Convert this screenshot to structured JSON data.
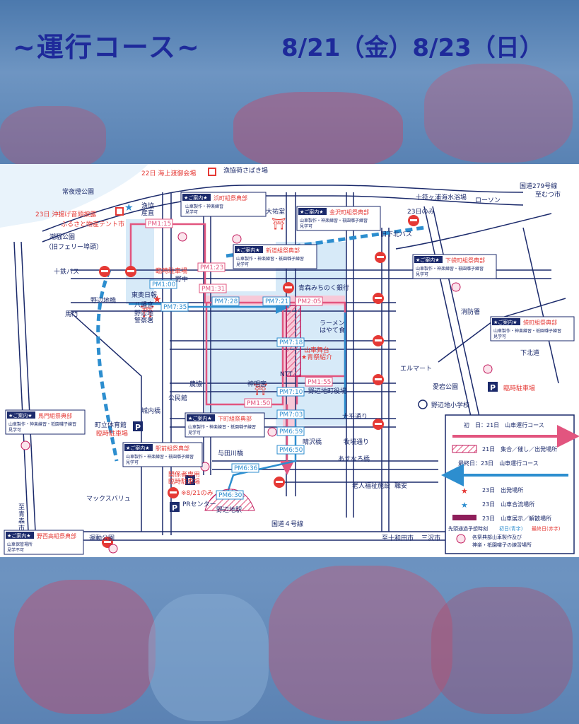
{
  "header": {
    "title": "~運行コース~",
    "dates": "8/21（金）8/23（日）"
  },
  "colors": {
    "navy": "#1e2a9a",
    "route_day1": "#e2557f",
    "route_day3": "#2d8ecf",
    "road": "#1b2a6b",
    "fill_blue": "#d7eaf8",
    "fill_pink": "#f7c9d8"
  },
  "map": {
    "places": {
      "p01": "22日 海上渡御会場",
      "p02": "漁協荷さばき場",
      "p03": "国道279号線",
      "p04": "至むつ市",
      "p05": "常夜燈公園",
      "p06": "十符ヶ浦海水浴場",
      "p07": "ローソン",
      "p08": "23日 沖揚げ音頭披露",
      "p09": "ふるさと物産テント市",
      "p10": "漁協",
      "p11": "産直",
      "p12": "大祐堂",
      "p13": "23日のみ",
      "p14": "旧下北バス",
      "p15": "潮騒公園",
      "p16": "（旧フェリー埠頭）",
      "p17": "十鉄バス",
      "p18": "臨時駐車場",
      "p19": "野中",
      "p20": "青森みちのく銀行",
      "p21": "野辺地橋",
      "p22": "東奥日報",
      "p23": "八幡宮",
      "p24": "野辺地",
      "p25": "警察署",
      "p26": "消防署",
      "p27": "ラーメン",
      "p28": "はやて食",
      "p29": "山車舞台",
      "p30": "★青祭紹介",
      "p31": "馬門",
      "p32": "NTT",
      "p33": "神明宮",
      "p34": "野辺地町役場",
      "p35": "愛宕公園",
      "p36": "臨時駐車場",
      "p37": "エルマート",
      "p38": "下北道",
      "p39": "農協",
      "p40": "公民館",
      "p41": "城内橋",
      "p42": "太平通り",
      "p43": "野辺地小学校",
      "p44": "町立体育館",
      "p45": "臨時駐車場",
      "p46": "与田川橋",
      "p47": "晴沢橋",
      "p48": "牧場通り",
      "p49": "あすなろ橋",
      "p50": "関係者専用",
      "p51": "臨時駐車場",
      "p52": "※8/21のみ",
      "p53": "PRセンター",
      "p54": "野辺地駅",
      "p55": "マックスバリュ",
      "p56": "老人福祉施設",
      "p57": "職安",
      "p58": "国道４号線",
      "p59": "至",
      "p60": "青",
      "p61": "森",
      "p62": "市",
      "p63": "運動公園",
      "p64": "至十和田市",
      "p65": "三沢市"
    },
    "times": {
      "t01": "PM1:15",
      "t02": "PM1:00",
      "t03": "PM1:23",
      "t04": "PM1:31",
      "t05": "PM7:28",
      "t06": "PM7:35",
      "t07": "PM7:21",
      "t08": "PM2:05",
      "t09": "PM7:18",
      "t10": "PM1:55",
      "t11": "PM7:10",
      "t12": "PM1:50",
      "t13": "PM7:03",
      "t14": "PM6:59",
      "t15": "PM6:50",
      "t16": "PM6:36",
      "t17": "PM6:30"
    },
    "callouts": {
      "c1": {
        "head": "★ご案内★",
        "name": "浜町組祭典部",
        "l1": "山車製作・神楽練習",
        "l2": "見学可"
      },
      "c2": {
        "head": "★ご案内★",
        "name": "金沢町組祭典部",
        "l1": "山車製作・神楽練習・祇園囃子練習",
        "l2": "見学可"
      },
      "c3": {
        "head": "★ご案内★",
        "name": "新道組祭典部",
        "l1": "山車製作・神楽練習・祇園囃子練習",
        "l2": "見学可"
      },
      "c4": {
        "head": "★ご案内★",
        "name": "下袋町組祭典部",
        "l1": "山車製作・神楽練習・祇園囃子練習",
        "l2": "見学可"
      },
      "c5": {
        "head": "★ご案内★",
        "name": "袋町組祭典部",
        "l1": "山車製作・神楽練習・祇園囃子練習",
        "l2": "見学可"
      },
      "c6": {
        "head": "★ご案内★",
        "name": "馬門組祭典部",
        "l1": "山車製作・神楽練習・祇園囃子練習",
        "l2": "見学可"
      },
      "c7": {
        "head": "★ご案内★",
        "name": "下町組祭典部",
        "l1": "山車製作・神楽練習・祇園囃子練習",
        "l2": "見学可"
      },
      "c8": {
        "head": "★ご案内★",
        "name": "駅前組祭典部",
        "l1": "山車製作・神楽練習・祇園囃子練習",
        "l2": "見学可"
      },
      "c9": {
        "head": "★ご案内★",
        "name": "野西高組祭典部",
        "l1": "山車保管場所",
        "l2": "見学不可"
      }
    },
    "legend": {
      "day1": "初　日：21日　山車運行コース",
      "gather": "21日　集合／催し／出発場所",
      "day3": "最終日：23日　山車運行コース",
      "depart": "23日　出発場所",
      "merge": "23日　山車合流場所",
      "exhibit": "23日　山車展示／解散場所",
      "sched_a": "先頭通過予想時刻",
      "sched_b": "初日(青字)",
      "sched_c": "最終日(赤字)",
      "practice1": "各祭典部山車製作及び",
      "practice2": "神楽・祇園囃子の練習場所"
    }
  }
}
